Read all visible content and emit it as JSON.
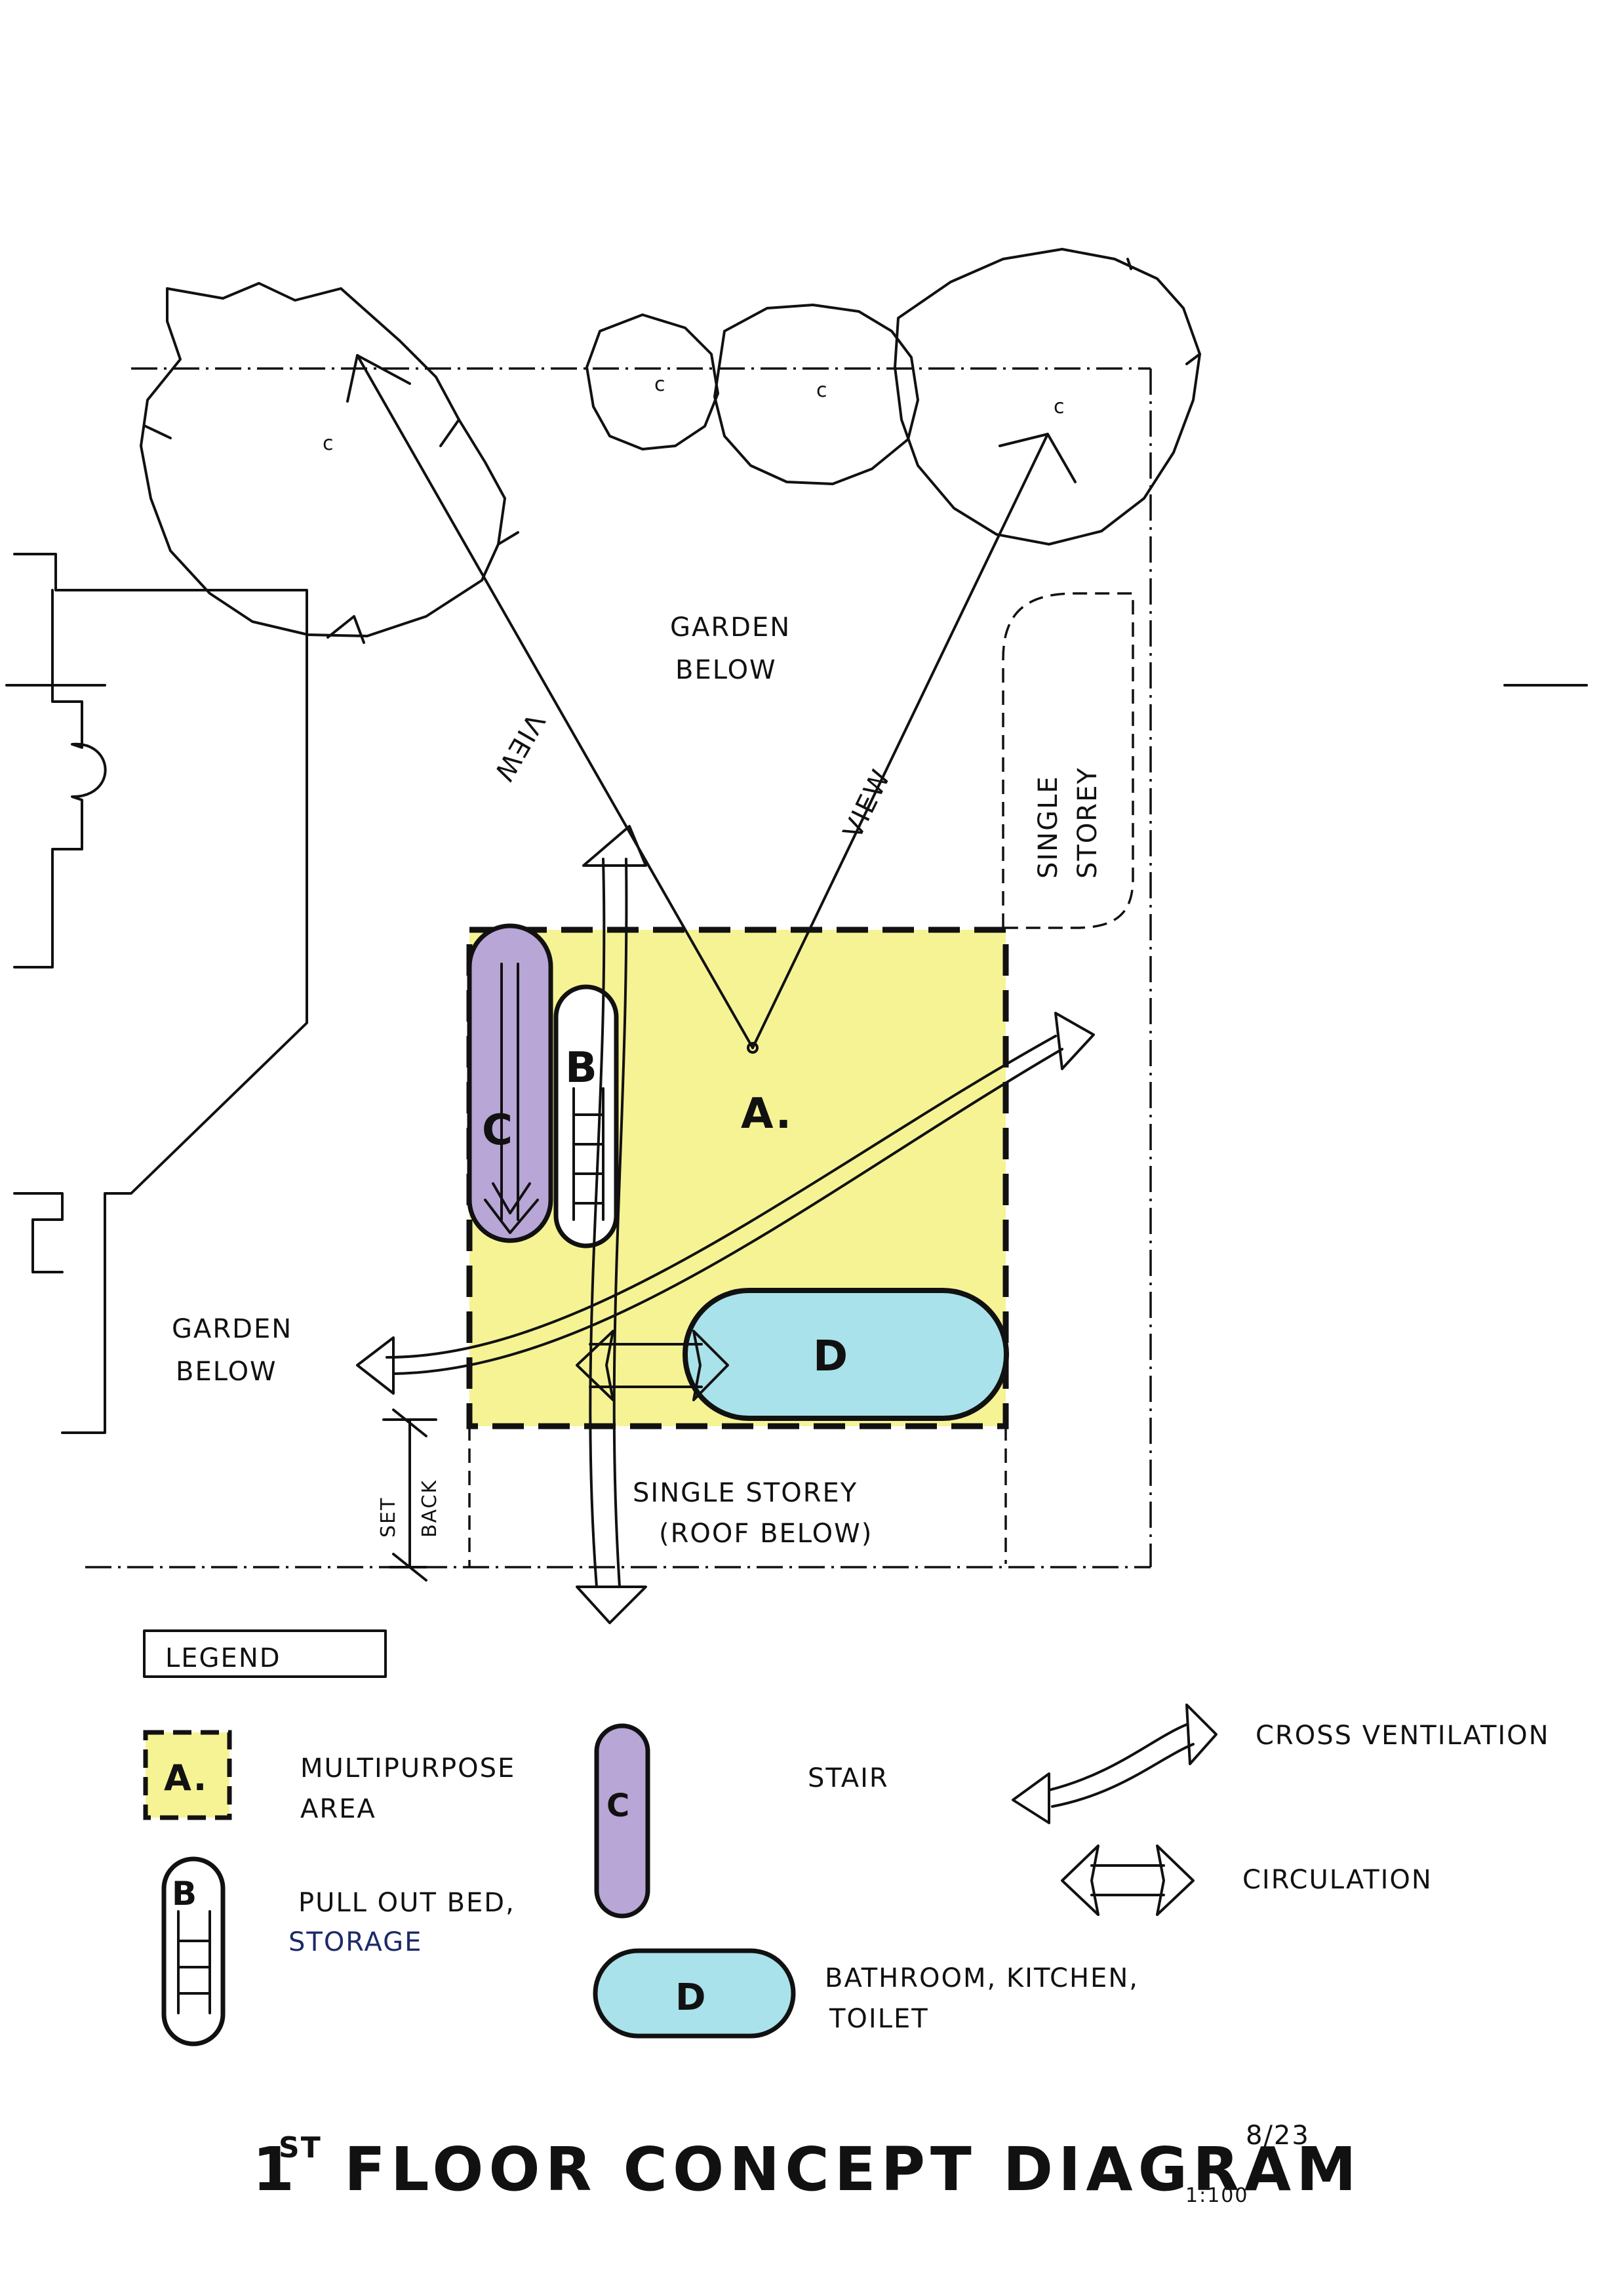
{
  "labels": {
    "garden_below_top": [
      "GARDEN",
      "BELOW"
    ],
    "garden_below_left": [
      "GARDEN",
      "BELOW"
    ],
    "view_left": "VIEW",
    "view_right": "VIEW",
    "single_storey_right": [
      "SINGLE",
      "STOREY"
    ],
    "single_storey_bottom": [
      "SINGLE STOREY",
      "(ROOF BELOW)"
    ],
    "set_back": [
      "SET",
      "BACK"
    ],
    "zone_a": "A.",
    "zone_b": "B",
    "zone_c": "C",
    "zone_d": "D"
  },
  "legend": {
    "heading": "LEGEND",
    "items": {
      "a": {
        "key": "A.",
        "text": [
          "MULTIPURPOSE",
          "AREA"
        ]
      },
      "b": {
        "key": "B",
        "text": [
          "PULL OUT BED,",
          "STORAGE"
        ]
      },
      "c": {
        "key": "C",
        "text": [
          "STAIR"
        ]
      },
      "d": {
        "key": "D",
        "text": [
          "BATHROOM, KITCHEN,",
          "TOILET"
        ]
      },
      "ventilation": {
        "text": [
          "CROSS VENTILATION"
        ]
      },
      "circulation": {
        "text": [
          "CIRCULATION"
        ]
      }
    }
  },
  "title": {
    "ordinal": "1",
    "ordinal_suffix": "ST",
    "text": "FLOOR  CONCEPT  DIAGRAM",
    "scale": "1:100",
    "date": "8/23"
  },
  "colors": {
    "multipurpose": "#f4f07a",
    "stair": "#b7a6d6",
    "services": "#a9e2ea",
    "ink": "#111111"
  }
}
